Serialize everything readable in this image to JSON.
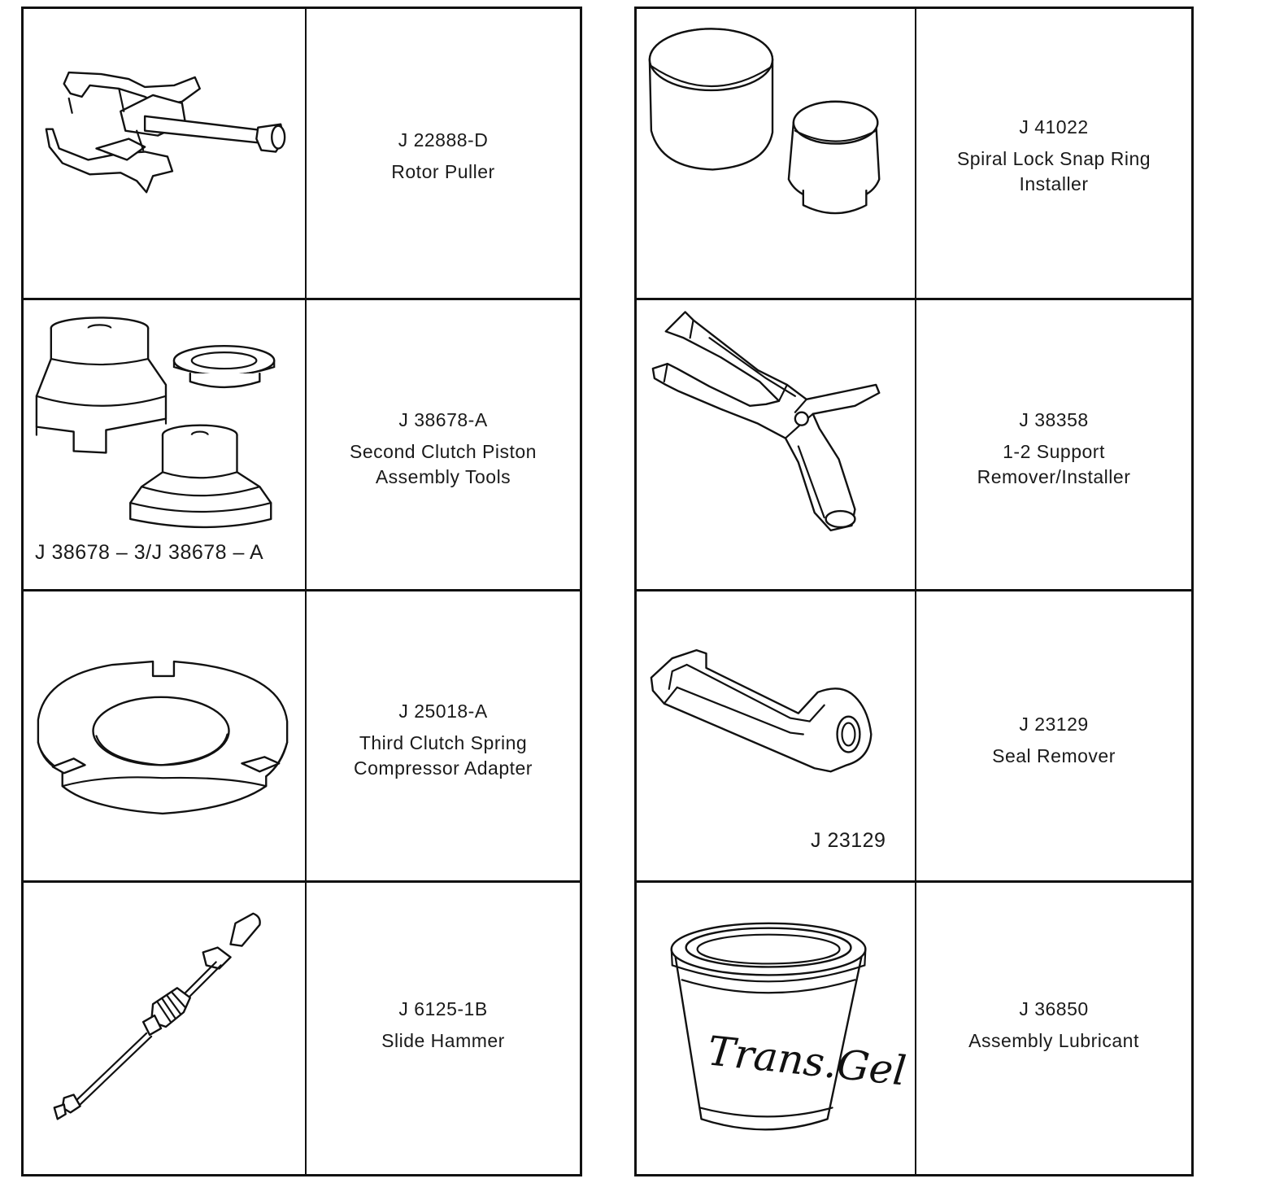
{
  "tools_left": [
    {
      "part": "J 22888-D",
      "name": "Rotor Puller",
      "illustration": "rotor-puller-icon",
      "caption": ""
    },
    {
      "part": "J 38678-A",
      "name": "Second Clutch Piston\nAssembly Tools",
      "illustration": "piston-tools-icon",
      "caption": "J 38678 – 3/J 38678 – A"
    },
    {
      "part": "J 25018-A",
      "name": "Third Clutch Spring\nCompressor Adapter",
      "illustration": "spring-adapter-icon",
      "caption": ""
    },
    {
      "part": "J 6125-1B",
      "name": "Slide Hammer",
      "illustration": "slide-hammer-icon",
      "caption": ""
    }
  ],
  "tools_right": [
    {
      "part": "J 41022",
      "name": "Spiral Lock Snap Ring\nInstaller",
      "illustration": "snap-ring-installer-icon",
      "caption": ""
    },
    {
      "part": "J 38358",
      "name": "1-2 Support\nRemover/Installer",
      "illustration": "support-remover-icon",
      "caption": ""
    },
    {
      "part": "J 23129",
      "name": "Seal Remover",
      "illustration": "seal-remover-icon",
      "caption": "J 23129"
    },
    {
      "part": "J 36850",
      "name": "Assembly Lubricant",
      "illustration": "lubricant-tub-icon",
      "caption": "",
      "tub_label": "Trans.Gel"
    }
  ]
}
